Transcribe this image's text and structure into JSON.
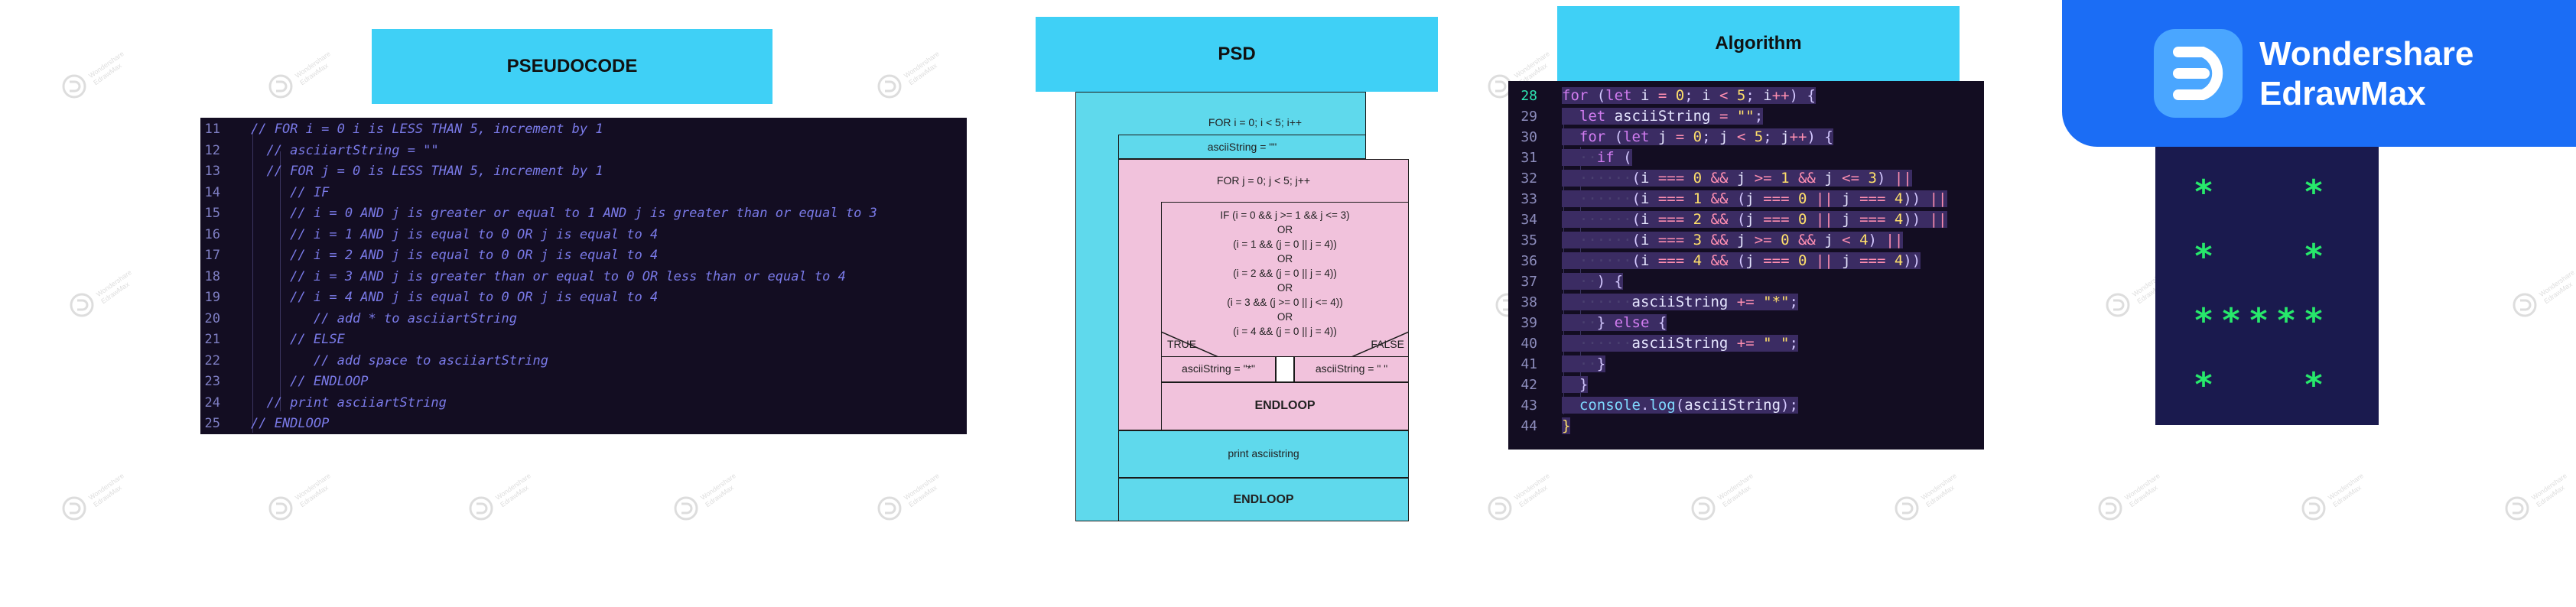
{
  "headers": {
    "pseudocode": "PSEUDOCODE",
    "psd": "PSD",
    "algorithm": "Algorithm"
  },
  "pseudocode": {
    "lines": [
      {
        "n": "11",
        "text": "// FOR i = 0 i is LESS THAN 5, increment by 1"
      },
      {
        "n": "12",
        "text": "  // asciiartString = \"\""
      },
      {
        "n": "13",
        "text": "  // FOR j = 0 is LESS THAN 5, increment by 1"
      },
      {
        "n": "14",
        "text": "     // IF"
      },
      {
        "n": "15",
        "text": "     // i = 0 AND j is greater or equal to 1 AND j is greater than or equal to 3"
      },
      {
        "n": "16",
        "text": "     // i = 1 AND j is equal to 0 OR j is equal to 4"
      },
      {
        "n": "17",
        "text": "     // i = 2 AND j is equal to 0 OR j is equal to 4"
      },
      {
        "n": "18",
        "text": "     // i = 3 AND j is greater than or equal to 0 OR less than or equal to 4"
      },
      {
        "n": "19",
        "text": "     // i = 4 AND j is equal to 0 OR j is equal to 4"
      },
      {
        "n": "20",
        "text": "        // add * to asciiartString"
      },
      {
        "n": "21",
        "text": "     // ELSE"
      },
      {
        "n": "22",
        "text": "        // add space to asciiartString"
      },
      {
        "n": "23",
        "text": "     // ENDLOOP"
      },
      {
        "n": "24",
        "text": "  // print asciiartString"
      },
      {
        "n": "25",
        "text": "// ENDLOOP"
      }
    ]
  },
  "psd": {
    "for_i": "FOR i = 0; i < 5; i++",
    "init": "asciiString = \"\"",
    "for_j": "FOR j = 0; j < 5; j++",
    "condition": [
      "IF (i = 0 && j >= 1 && j <= 3)",
      "OR",
      "(i = 1 && (j = 0 || j = 4))",
      "OR",
      "(i = 2 && (j = 0 || j = 4))",
      "OR",
      "(i = 3 && (j >= 0 || j <= 4))",
      "OR",
      "(i = 4 && (j = 0 || j = 4))"
    ],
    "true_label": "TRUE",
    "false_label": "FALSE",
    "true_action": "asciiString = \"*\"",
    "false_action": "asciiString = \" \"",
    "endloop_inner": "ENDLOOP",
    "print": "print asciistring",
    "endloop_outer": "ENDLOOP"
  },
  "algorithm": {
    "line_numbers": [
      "28",
      "29",
      "30",
      "31",
      "32",
      "33",
      "34",
      "35",
      "36",
      "37",
      "38",
      "39",
      "40",
      "41",
      "42",
      "43",
      "44"
    ],
    "current_line": "28"
  },
  "logo": {
    "line1": "Wondershare",
    "line2": "EdrawMax"
  },
  "watermark": {
    "line1": "Wondershare",
    "line2": "EdrawMax"
  },
  "output": {
    "rows": [
      "*   *",
      "*   *",
      "*****",
      "*   *"
    ]
  },
  "colors": {
    "header": "#3fd0f6",
    "code_bg": "#130d22",
    "psd_cyan": "#5fd9ec",
    "psd_pink": "#f1c2dc",
    "logo_bg": "#1b6df5",
    "star": "#27e86b",
    "output_bg": "#1a1a4e"
  }
}
